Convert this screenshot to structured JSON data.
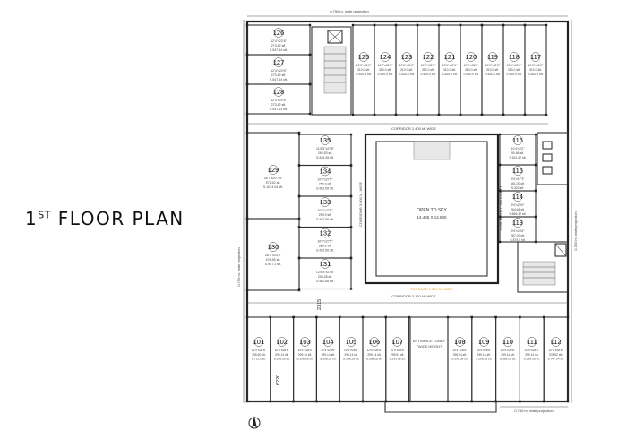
{
  "title": {
    "main": "1",
    "sup": "ST",
    "rest": " FLOOR PLAN"
  },
  "labels": {
    "top_projection": "0.750 m. wide projection",
    "bottom_projection": "0.750 m. wide projection",
    "left_projection": "0.750 m. wide projection",
    "right_projection": "0.750 m. wide projection",
    "corridor_top": "CORRIDOR 2.400 M. WIDE",
    "corridor_bottom": "CORRIDOR 3.110 M. WIDE",
    "corridor_left": "CORRIDOR 3.000 M. WIDE",
    "corridor_right": "CORRIDOR 3.000 M. WIDE",
    "terrace": "TERRACE 1.500 M. WIDE",
    "open_to_sky": "OPEN TO SKY",
    "open_to_sky_size": "14.465 X 14.840",
    "entrance_lobby": "ENTRANCE LOBBY",
    "entrance_lobby_sub": "TWICE HEIGHT",
    "dim_2315": "2315",
    "dim_6220": "6220"
  },
  "shops": {
    "top_row": [
      {
        "no": "125",
        "dims": "10'0\"x31'0\"",
        "area": "310.0 sft.",
        "sba": "S.620.0 sft."
      },
      {
        "no": "124",
        "dims": "10'0\"x31'0\"",
        "area": "310.0 sft.",
        "sba": "S.620.0 sft."
      },
      {
        "no": "123",
        "dims": "10'0\"x31'0\"",
        "area": "310.0 sft.",
        "sba": "S.620.0 sft."
      },
      {
        "no": "122",
        "dims": "10'0\"x31'0\"",
        "area": "310.0 sft.",
        "sba": "S.620.0 sft."
      },
      {
        "no": "121",
        "dims": "10'0\"x31'0\"",
        "area": "310.0 sft.",
        "sba": "S.620.0 sft."
      },
      {
        "no": "120",
        "dims": "10'0\"x31'0\"",
        "area": "310.0 sft.",
        "sba": "S.620.0 sft."
      },
      {
        "no": "119",
        "dims": "10'0\"x31'0\"",
        "area": "310.0 sft.",
        "sba": "S.620.0 sft."
      },
      {
        "no": "118",
        "dims": "10'0\"x31'0\"",
        "area": "310.0 sft.",
        "sba": "S.620.0 sft."
      },
      {
        "no": "117",
        "dims": "10'0\"x31'0\"",
        "area": "310.0 sft.",
        "sba": "S.620.0 sft."
      }
    ],
    "top_left": [
      {
        "no": "126",
        "dims": "12'4\"x22'6\"",
        "area": "273.82 sft.",
        "sba": "S.547.64 sft."
      },
      {
        "no": "127",
        "dims": "12'4\"x22'6\"",
        "area": "273.82 sft.",
        "sba": "S.547.64 sft."
      },
      {
        "no": "128",
        "dims": "12'4\"x22'6\"",
        "area": "273.82 sft.",
        "sba": "S.547.64 sft."
      }
    ],
    "left_big": [
      {
        "no": "129",
        "dims": "26'7\"x20'7.5\"",
        "area": "571.52 sft.",
        "sba": "S.1043.04 sft."
      },
      {
        "no": "130",
        "dims": "26'7\"x23'3\"",
        "area": "478.55 sft.",
        "sba": "S.957.1 sft."
      }
    ],
    "left_inner": [
      {
        "no": "135",
        "dims": "11'5.5\"x27'5\"",
        "area": "262.63 sft.",
        "sba": "S.525.26 sft."
      },
      {
        "no": "134",
        "dims": "10'0\"x27'5\"",
        "area": "253.9 sft.",
        "sba": "S.582.56 sft."
      },
      {
        "no": "133",
        "dims": "10'0\"x27'5\"",
        "area": "253.9 sft.",
        "sba": "S.582.56 sft."
      },
      {
        "no": "132",
        "dims": "10'0\"x27'5\"",
        "area": "253.9 sft.",
        "sba": "S.582.56 sft."
      },
      {
        "no": "131",
        "dims": "12'8.5\"x27'5\"",
        "area": "298.28 sft.",
        "sba": "S.582.56 sft."
      }
    ],
    "right_side": [
      {
        "no": "116",
        "dims": "10'4\"x8'2\"",
        "area": "90.66 sft.",
        "sba": "S.181.32 sft."
      },
      {
        "no": "115",
        "dims": "9'4\"x17'3\"",
        "area": "161.00 sft.",
        "sba": "S.322 sft."
      },
      {
        "no": "114",
        "dims": "9'4\"x28'6\"",
        "area": "264.66 sft.",
        "sba": "S.566.32 sft."
      },
      {
        "no": "113",
        "dims": "9'4\"x28'6\"",
        "area": "287.00 sft.",
        "sba": "S.574.0 sft."
      }
    ],
    "bottom_left": [
      {
        "no": "101",
        "dims": "12'4\"x28'6\"",
        "area": "355.60 sft.",
        "sba": "S.711.2 sft."
      },
      {
        "no": "102",
        "dims": "10'4\"x28'6\"",
        "area": "299.14 sft.",
        "sba": "S.598.28 sft."
      },
      {
        "no": "103",
        "dims": "10'4\"x28'6\"",
        "area": "299.14 sft.",
        "sba": "S.598.28 sft."
      },
      {
        "no": "104",
        "dims": "10'4\"x28'6\"",
        "area": "299.14 sft.",
        "sba": "S.598.28 sft."
      },
      {
        "no": "105",
        "dims": "10'4\"x28'6\"",
        "area": "299.14 sft.",
        "sba": "S.598.28 sft."
      },
      {
        "no": "106",
        "dims": "10'4\"x28'6\"",
        "area": "299.14 sft.",
        "sba": "S.598.28 sft."
      },
      {
        "no": "107",
        "dims": "10'4\"x28'6\"",
        "area": "299.54 sft.",
        "sba": "S.591.08 sft."
      }
    ],
    "bottom_right": [
      {
        "no": "108",
        "dims": "10'4\"x28'6\"",
        "area": "295.54 sft.",
        "sba": "S.591.08 sft."
      },
      {
        "no": "109",
        "dims": "10'4\"x28'6\"",
        "area": "299.14 sft.",
        "sba": "S.598.28 sft."
      },
      {
        "no": "110",
        "dims": "10'4\"x28'6\"",
        "area": "299.14 sft.",
        "sba": "S.598.28 sft."
      },
      {
        "no": "111",
        "dims": "10'4\"x28'6\"",
        "area": "299.14 sft.",
        "sba": "S.598.28 sft."
      },
      {
        "no": "112",
        "dims": "12'4\"x28'6\"",
        "area": "378.62 sft.",
        "sba": "S.747.24 sft."
      }
    ]
  }
}
